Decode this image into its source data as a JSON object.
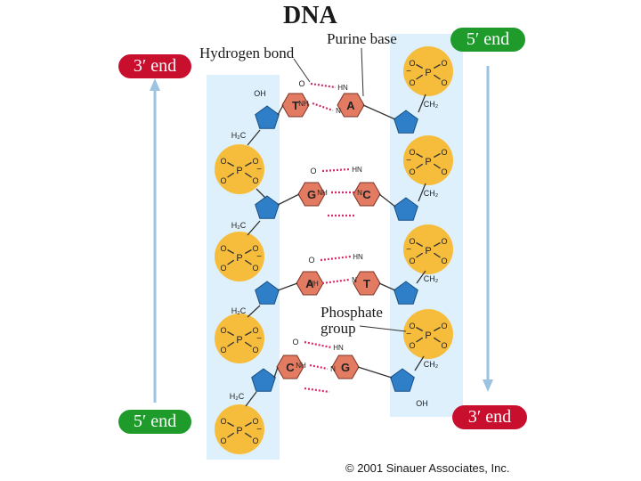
{
  "title": "DNA",
  "labels": {
    "hydrogen_bond": "Hydrogen bond",
    "purine_base": "Purine base",
    "phosphate_group_line1": "Phosphate",
    "phosphate_group_line2": "group"
  },
  "ends": {
    "left_top": "3′ end",
    "right_top": "5′ end",
    "left_bottom": "5′ end",
    "right_bottom": "3′ end"
  },
  "copyright": "© 2001 Sinauer Associates, Inc.",
  "base_pairs": [
    {
      "left": "T",
      "right": "A"
    },
    {
      "left": "G",
      "right": "C"
    },
    {
      "left": "A",
      "right": "T"
    },
    {
      "left": "C",
      "right": "G"
    }
  ],
  "atoms": {
    "phosphorus": "P",
    "oxygen": "O",
    "hydroxyl": "OH",
    "ch2": "CH₂",
    "h2c": "H₂C",
    "nh": "NH",
    "hn": "HN",
    "n": "N"
  },
  "colors": {
    "backbone_bg": "#def0fb",
    "phosphate": "#f6bd3d",
    "sugar": "#2f7fc8",
    "base": "#e27b62",
    "bond": "#d02a6b",
    "red_end": "#c8102e",
    "green_end": "#1f9b2c",
    "arrow": "#9cc3e0"
  }
}
